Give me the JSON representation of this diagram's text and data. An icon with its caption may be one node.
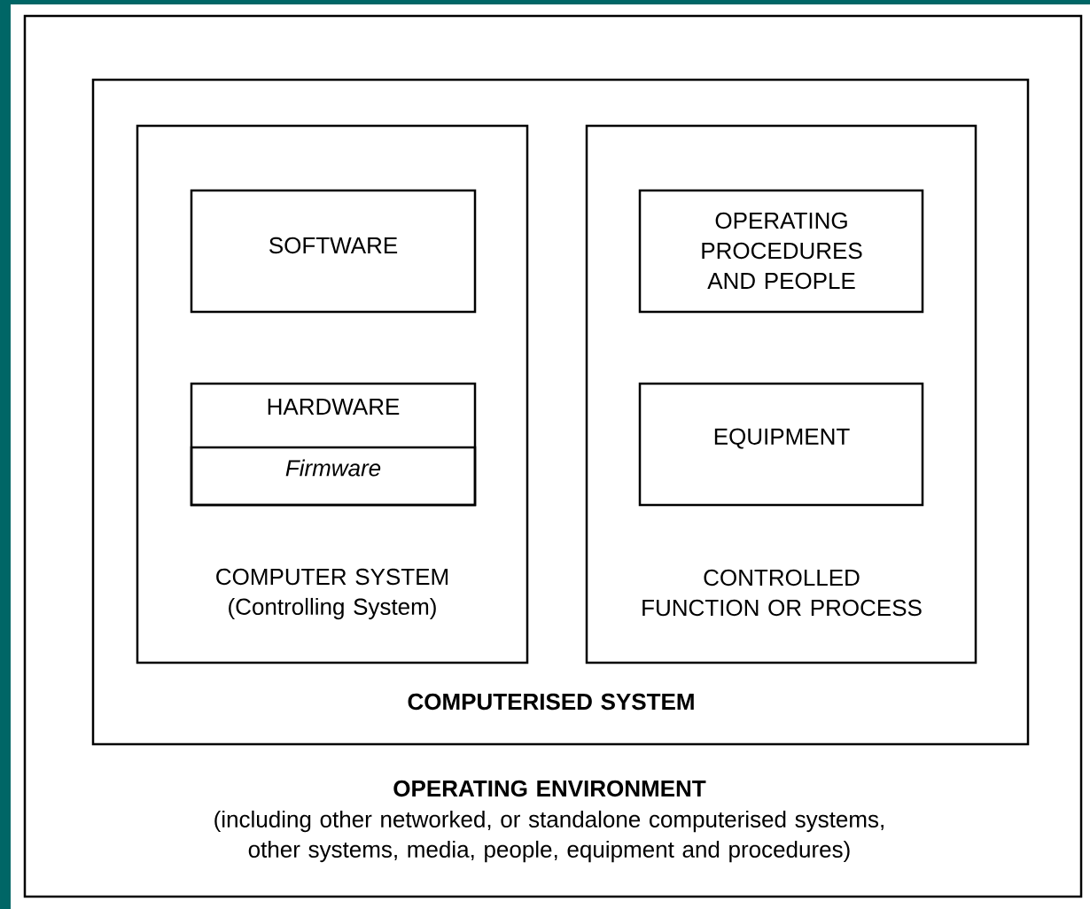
{
  "diagram": {
    "nodes": [
      {
        "text": [
          "OPERATING ENVIRONMENT",
          "(including other networked, or standalone computerised systems, other systems, media, people, equipment and procedures)"
        ]
      },
      {
        "text": [
          "COMPUTERISED SYSTEM"
        ],
        "in": 0
      },
      {
        "text": [
          "COMPUTER SYSTEM",
          "(Controlling System)"
        ],
        "in": 1
      },
      {
        "text": [
          "SOFTWARE"
        ],
        "in": 2
      },
      {
        "text": [
          "HARDWARE"
        ],
        "in": 2
      },
      {
        "text": [
          "Firmware"
        ],
        "in": 4
      },
      {
        "text": [
          "CONTROLLED FUNCTION OR PROCESS"
        ],
        "in": 1
      },
      {
        "text": [
          "OPERATING PROCEDURES AND PEOPLE"
        ],
        "in": 6
      },
      {
        "text": [
          "EQUIPMENT"
        ],
        "in": 6
      }
    ]
  }
}
